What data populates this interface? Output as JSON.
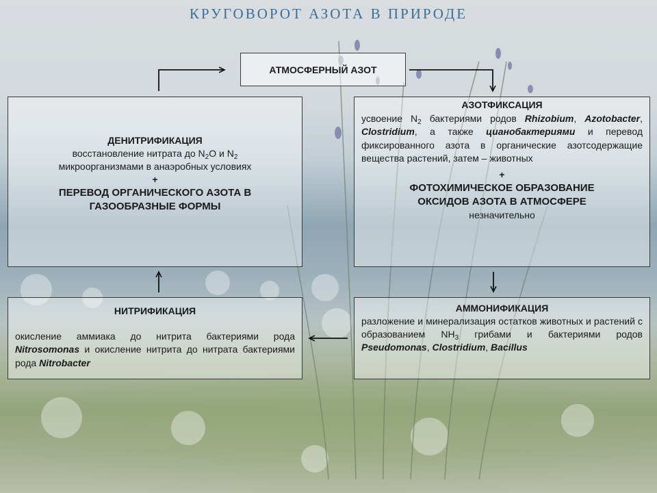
{
  "title": "КРУГОВОРОТ АЗОТА В ПРИРОДЕ",
  "atmosphere": {
    "label": "АТМОСФЕРНЫЙ АЗОТ"
  },
  "denitrification": {
    "heading": "ДЕНИТРИФИКАЦИЯ",
    "line1_pre": "восстановление нитрата до N",
    "line1_sub1": "2",
    "line1_mid": "O и N",
    "line1_sub2": "2",
    "line2": "микроорганизмами в анаэробных условиях",
    "plus": "+",
    "heading2_line1": "ПЕРЕВОД ОРГАНИЧЕСКОГО АЗОТА В",
    "heading2_line2": "ГАЗООБРАЗНЫЕ ФОРМЫ"
  },
  "fixation": {
    "heading": "АЗОТФИКСАЦИЯ",
    "t1": "усвоение N",
    "t1_sub": "2",
    "t2": " бактериями родов ",
    "rhizobium": "Rhizobium",
    "t3": ", ",
    "azotobacter": "Azotobacter",
    "t4": ", ",
    "clostridium": "Clostridium",
    "t5": ", а также ",
    "cyano": "цианобактериями",
    "t6": " и перевод фиксированного азота в органические азотсодержащие вещества растений, затем – животных",
    "plus": "+",
    "heading2_line1": "ФОТОХИМИЧЕСКОЕ ОБРАЗОВАНИЕ",
    "heading2_line2": "ОКСИДОВ АЗОТА В АТМОСФЕРЕ",
    "note": "незначительно"
  },
  "nitrification": {
    "heading": "НИТРИФИКАЦИЯ",
    "t1": "окисление аммиака до нитрита бактериями рода ",
    "nitrosomonas": "Nitrosomonas",
    "t2": " и окисление нитрита до нитрата бактериями рода ",
    "nitrobacter": "Nitrobacter"
  },
  "ammonification": {
    "heading": "АММОНИФИКАЦИЯ",
    "t1": "разложение и минерализация остатков животных и растений с образованием NH",
    "t1_sub": "3",
    "t2": " грибами и бактериями родов ",
    "pseudomonas": "Pseudomonas",
    "t3": ", ",
    "clostridium": "Clostridium",
    "t4": ", ",
    "bacillus": "Bacillus"
  },
  "colors": {
    "title": "#3a6e94",
    "border": "#3a3a3a",
    "arrow": "#111111"
  }
}
